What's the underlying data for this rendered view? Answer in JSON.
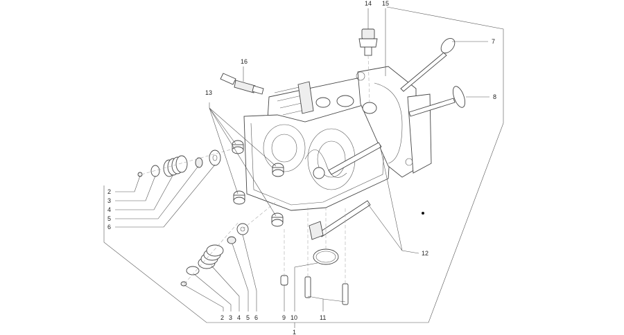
{
  "labels": {
    "l1": "1",
    "l2a": "2",
    "l3a": "3",
    "l4a": "4",
    "l5a": "5",
    "l6a": "6",
    "l2b": "2",
    "l3b": "3",
    "l4b": "4",
    "l5b": "5",
    "l6b": "6",
    "l7": "7",
    "l8": "8",
    "l9": "9",
    "l10": "10",
    "l11": "11",
    "l12": "12",
    "l13": "13",
    "l14": "14",
    "l15": "15",
    "l16": "16"
  }
}
